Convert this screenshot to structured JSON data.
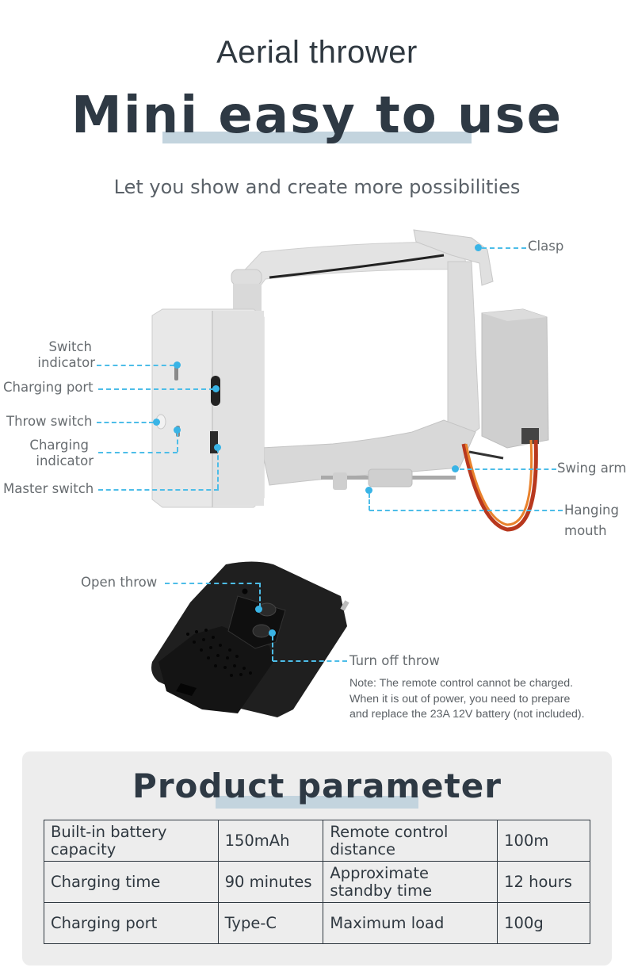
{
  "header": {
    "subtitle": "Aerial thrower",
    "title": "Mini easy to use",
    "tagline": "Let you show and create more possibilities"
  },
  "device_labels": {
    "clasp": "Clasp",
    "switch_indicator_line1": "Switch",
    "switch_indicator_line2": "indicator",
    "charging_port": "Charging port",
    "throw_switch": "Throw switch",
    "charging_indicator_line1": "Charging",
    "charging_indicator_line2": "indicator",
    "master_switch": "Master switch",
    "swing_arm": "Swing arm",
    "hanging_mouth_line1": "Hanging",
    "hanging_mouth_line2": "mouth"
  },
  "remote": {
    "open_throw": "Open throw",
    "turn_off_throw": "Turn off throw",
    "note": "Note: The remote control cannot be charged. When it is out of power, you need to prepare and replace the 23A 12V battery (not included)."
  },
  "params": {
    "title": "Product parameter",
    "rows": [
      {
        "k1": "Built-in battery capacity",
        "v1": "150mAh",
        "k2": "Remote control distance",
        "v2": "100m"
      },
      {
        "k1": "Charging time",
        "v1": "90 minutes",
        "k2": "Approximate standby time",
        "v2": "12 hours"
      },
      {
        "k1": "Charging port",
        "v1": "Type-C",
        "k2": "Maximum load",
        "v2": "100g"
      }
    ]
  },
  "colors": {
    "accent_dash": "#4dbde8",
    "underline": "#c3d4de",
    "heading": "#2e3944",
    "panel_bg": "#ededed"
  }
}
